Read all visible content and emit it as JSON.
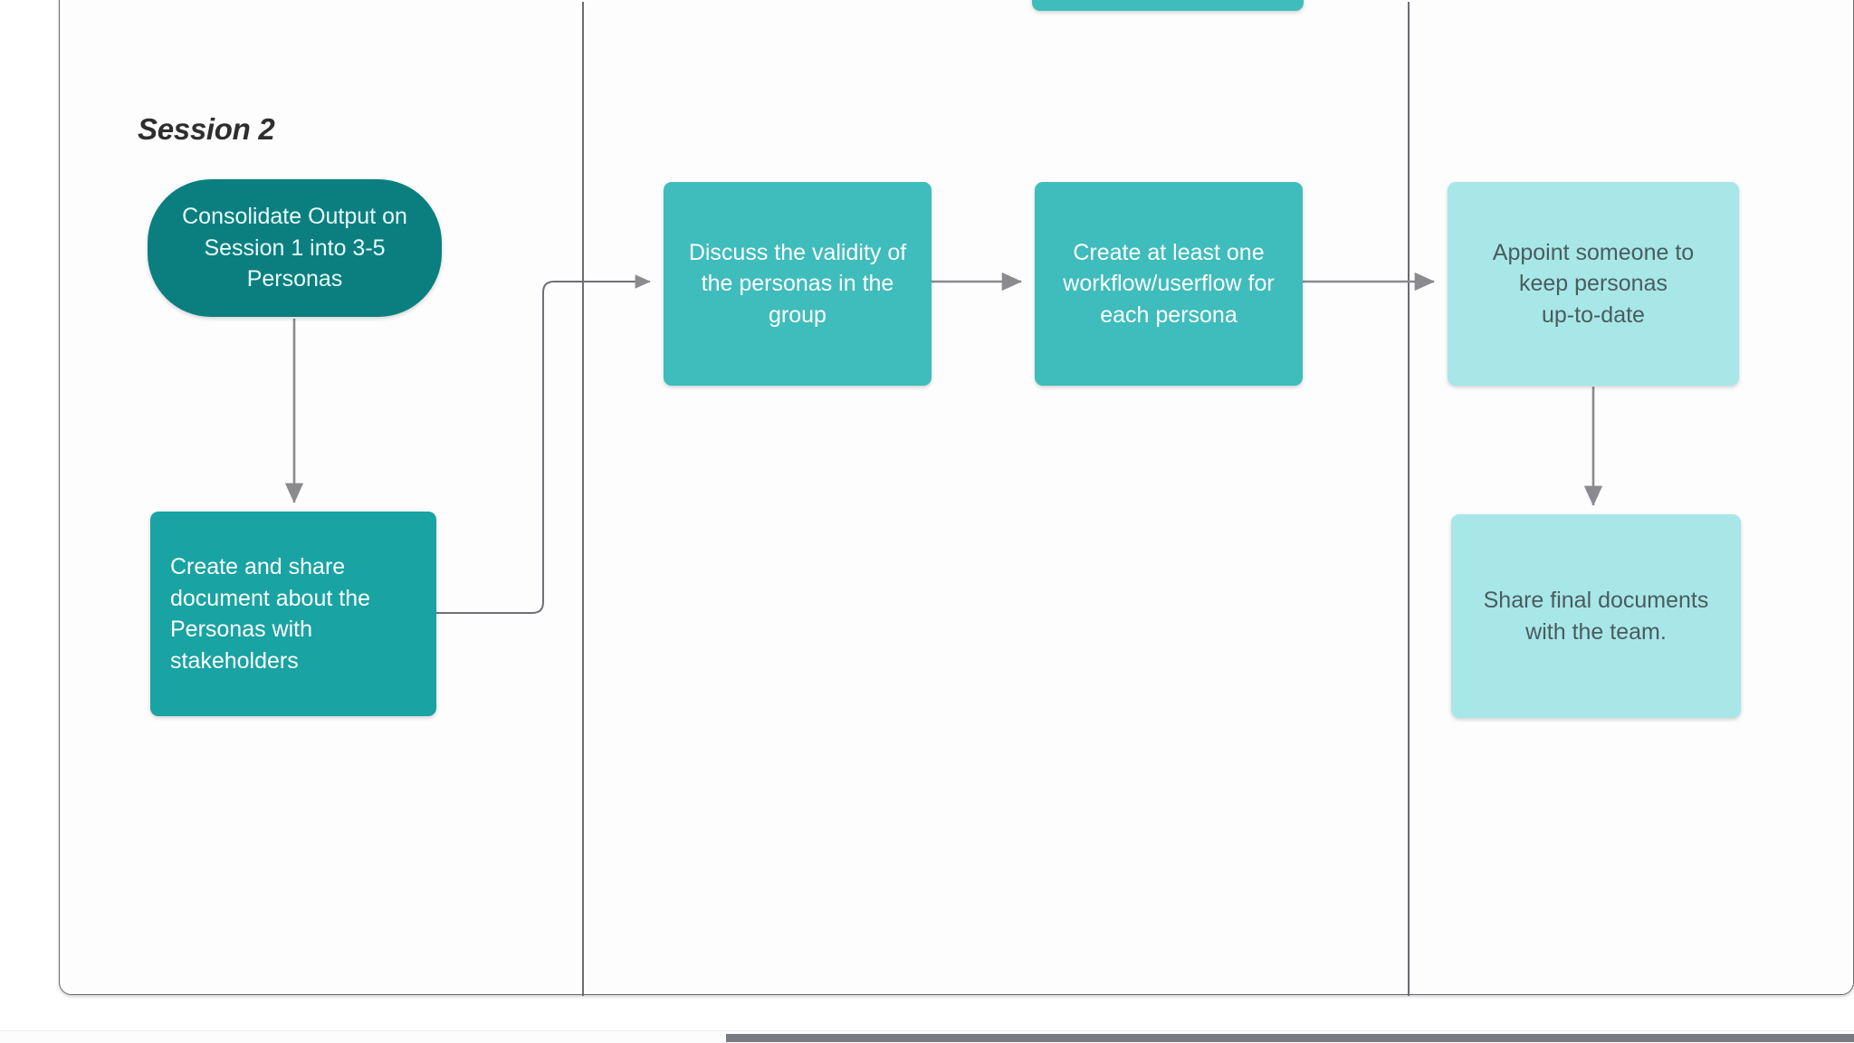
{
  "diagram": {
    "type": "swimlane-flowchart",
    "lane_title": "Session 2",
    "colors": {
      "node_dark": "#0b7f80",
      "node_mid": "#19a3a3",
      "node_light": "#3fbcbc",
      "node_pale": "#a8e7e8",
      "connector": "#8a8a8f",
      "lane_border": "#6b6b72",
      "canvas": "#ffffff"
    },
    "nodes": [
      {
        "id": "consolidate",
        "label": "Consolidate Output on\nSession 1 into 3-5\nPersonas",
        "shape": "pill",
        "color": "node_dark",
        "lane": 1
      },
      {
        "id": "create-share",
        "label": "Create and share\ndocument about the\nPersonas with\nstakeholders",
        "shape": "rect",
        "color": "node_mid",
        "lane": 1
      },
      {
        "id": "partial-top",
        "label": "",
        "shape": "rect",
        "color": "node_light",
        "lane": 2
      },
      {
        "id": "discuss",
        "label": "Discuss the validity of\nthe personas in the\ngroup",
        "shape": "rect",
        "color": "node_light",
        "lane": 2
      },
      {
        "id": "workflow",
        "label": "Create at least one\nworkflow/userflow for\neach persona",
        "shape": "rect",
        "color": "node_light",
        "lane": 2
      },
      {
        "id": "appoint",
        "label": "Appoint someone to\nkeep personas\nup-to-date",
        "shape": "rect",
        "color": "node_pale",
        "lane": 3
      },
      {
        "id": "share-final",
        "label": "Share final documents\nwith the team.",
        "shape": "rect",
        "color": "node_pale",
        "lane": 3
      }
    ],
    "edges": [
      {
        "from": "consolidate",
        "to": "create-share",
        "style": "straight-down"
      },
      {
        "from": "create-share",
        "to": "discuss",
        "style": "elbow-right-up"
      },
      {
        "from": "discuss",
        "to": "workflow",
        "style": "straight-right"
      },
      {
        "from": "workflow",
        "to": "appoint",
        "style": "straight-right"
      },
      {
        "from": "appoint",
        "to": "share-final",
        "style": "straight-down"
      }
    ]
  },
  "scrollbar": {
    "orientation": "horizontal",
    "thumb_label": ""
  }
}
